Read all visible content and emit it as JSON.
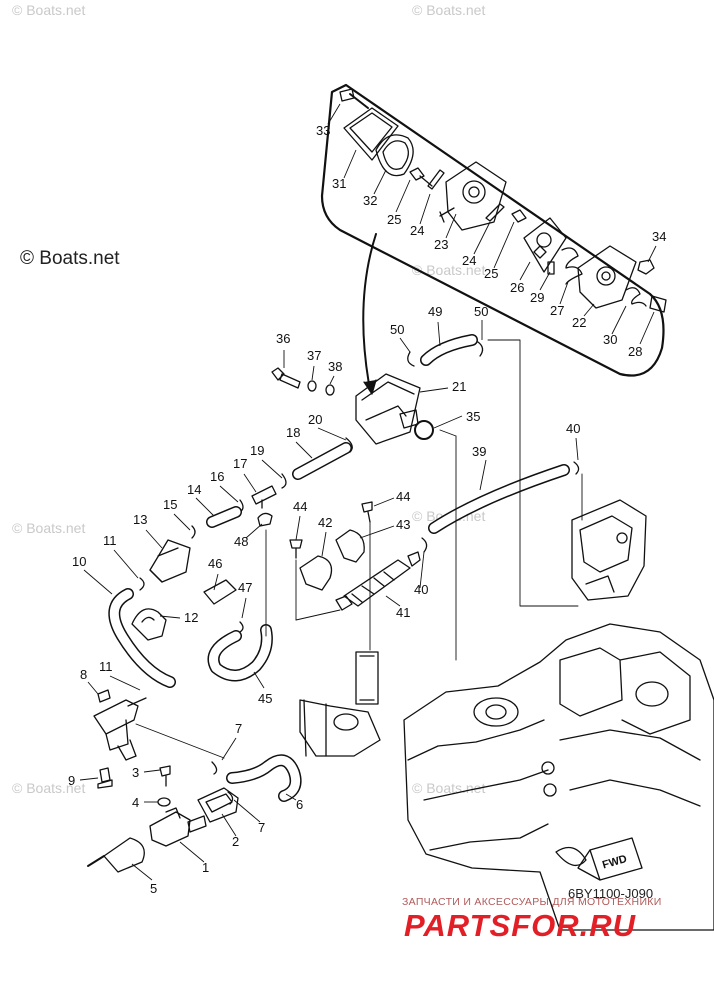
{
  "watermarks": [
    "© Boats.net",
    "© Boats.net",
    "© Boats.net",
    "© Boats.net",
    "© Boats.net",
    "© Boats.net",
    "© Boats.net"
  ],
  "copyright": "© Boats.net",
  "diagram_code": "6BY1100-J090",
  "fwd_label": "FWD",
  "shop": {
    "subtitle": "ЗАПЧАСТИ И АКСЕССУАРЫ ДЛЯ МОТОТЕХНИКИ",
    "logo": "PARTSFOR.RU"
  },
  "callouts": [
    "33",
    "31",
    "32",
    "25",
    "24",
    "23",
    "24",
    "25",
    "26",
    "29",
    "27",
    "22",
    "34",
    "30",
    "28",
    "36",
    "37",
    "38",
    "50",
    "49",
    "50",
    "21",
    "35",
    "20",
    "18",
    "19",
    "17",
    "16",
    "14",
    "15",
    "13",
    "11",
    "10",
    "12",
    "46",
    "47",
    "48",
    "44",
    "42",
    "44",
    "43",
    "40",
    "41",
    "45",
    "39",
    "40",
    "8",
    "11",
    "9",
    "3",
    "4",
    "7",
    "7",
    "6",
    "2",
    "1",
    "5"
  ]
}
